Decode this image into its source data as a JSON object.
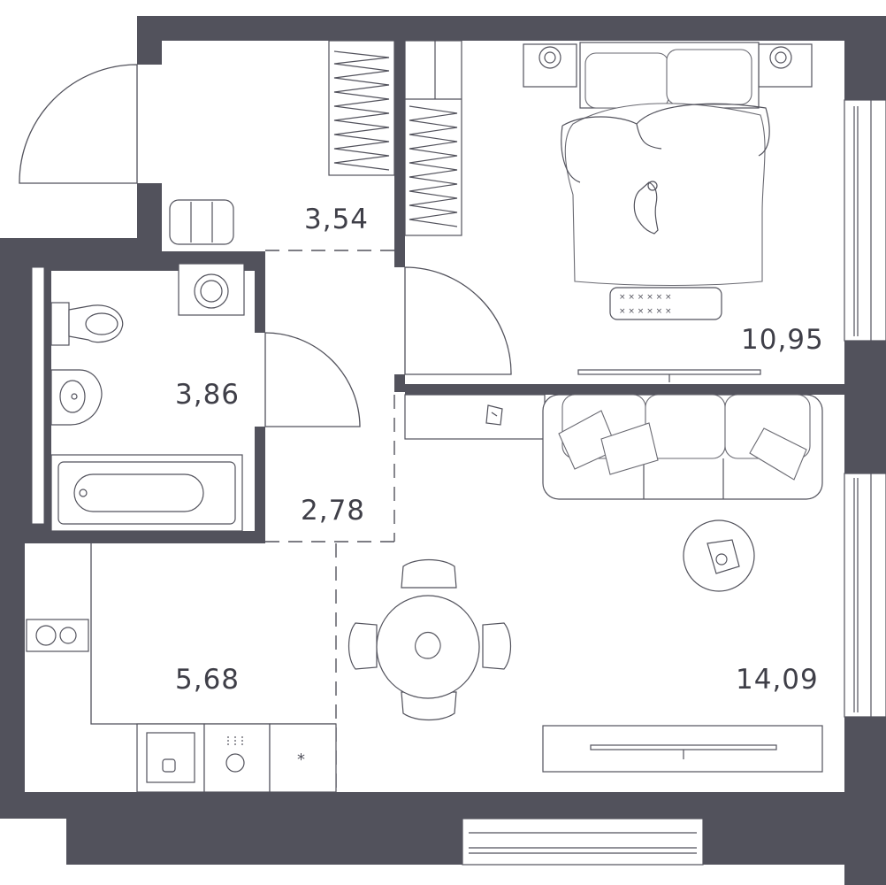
{
  "floor_plan": {
    "colors": {
      "wall": "#52525c",
      "background": "#ffffff",
      "text": "#3f3f48"
    },
    "rooms": [
      {
        "key": "hallway",
        "area": "3,54"
      },
      {
        "key": "bathroom",
        "area": "3,86"
      },
      {
        "key": "corridor",
        "area": "2,78"
      },
      {
        "key": "kitchen",
        "area": "5,68"
      },
      {
        "key": "bedroom",
        "area": "10,95"
      },
      {
        "key": "living",
        "area": "14,09"
      }
    ],
    "icons": [
      "door-swing-icon",
      "wardrobe-icon",
      "bed-icon",
      "nightstand-icon",
      "cat-icon",
      "rug-icon",
      "tv-icon",
      "washing-machine-icon",
      "toilet-icon",
      "sink-icon",
      "bathtub-icon",
      "sofa-icon",
      "pillow-icon",
      "coffee-table-icon",
      "dining-table-icon",
      "chair-icon",
      "stove-icon",
      "oven-icon",
      "dishwasher-icon",
      "fridge-icon",
      "window-icon",
      "shoe-bench-icon",
      "plant-icon"
    ]
  }
}
